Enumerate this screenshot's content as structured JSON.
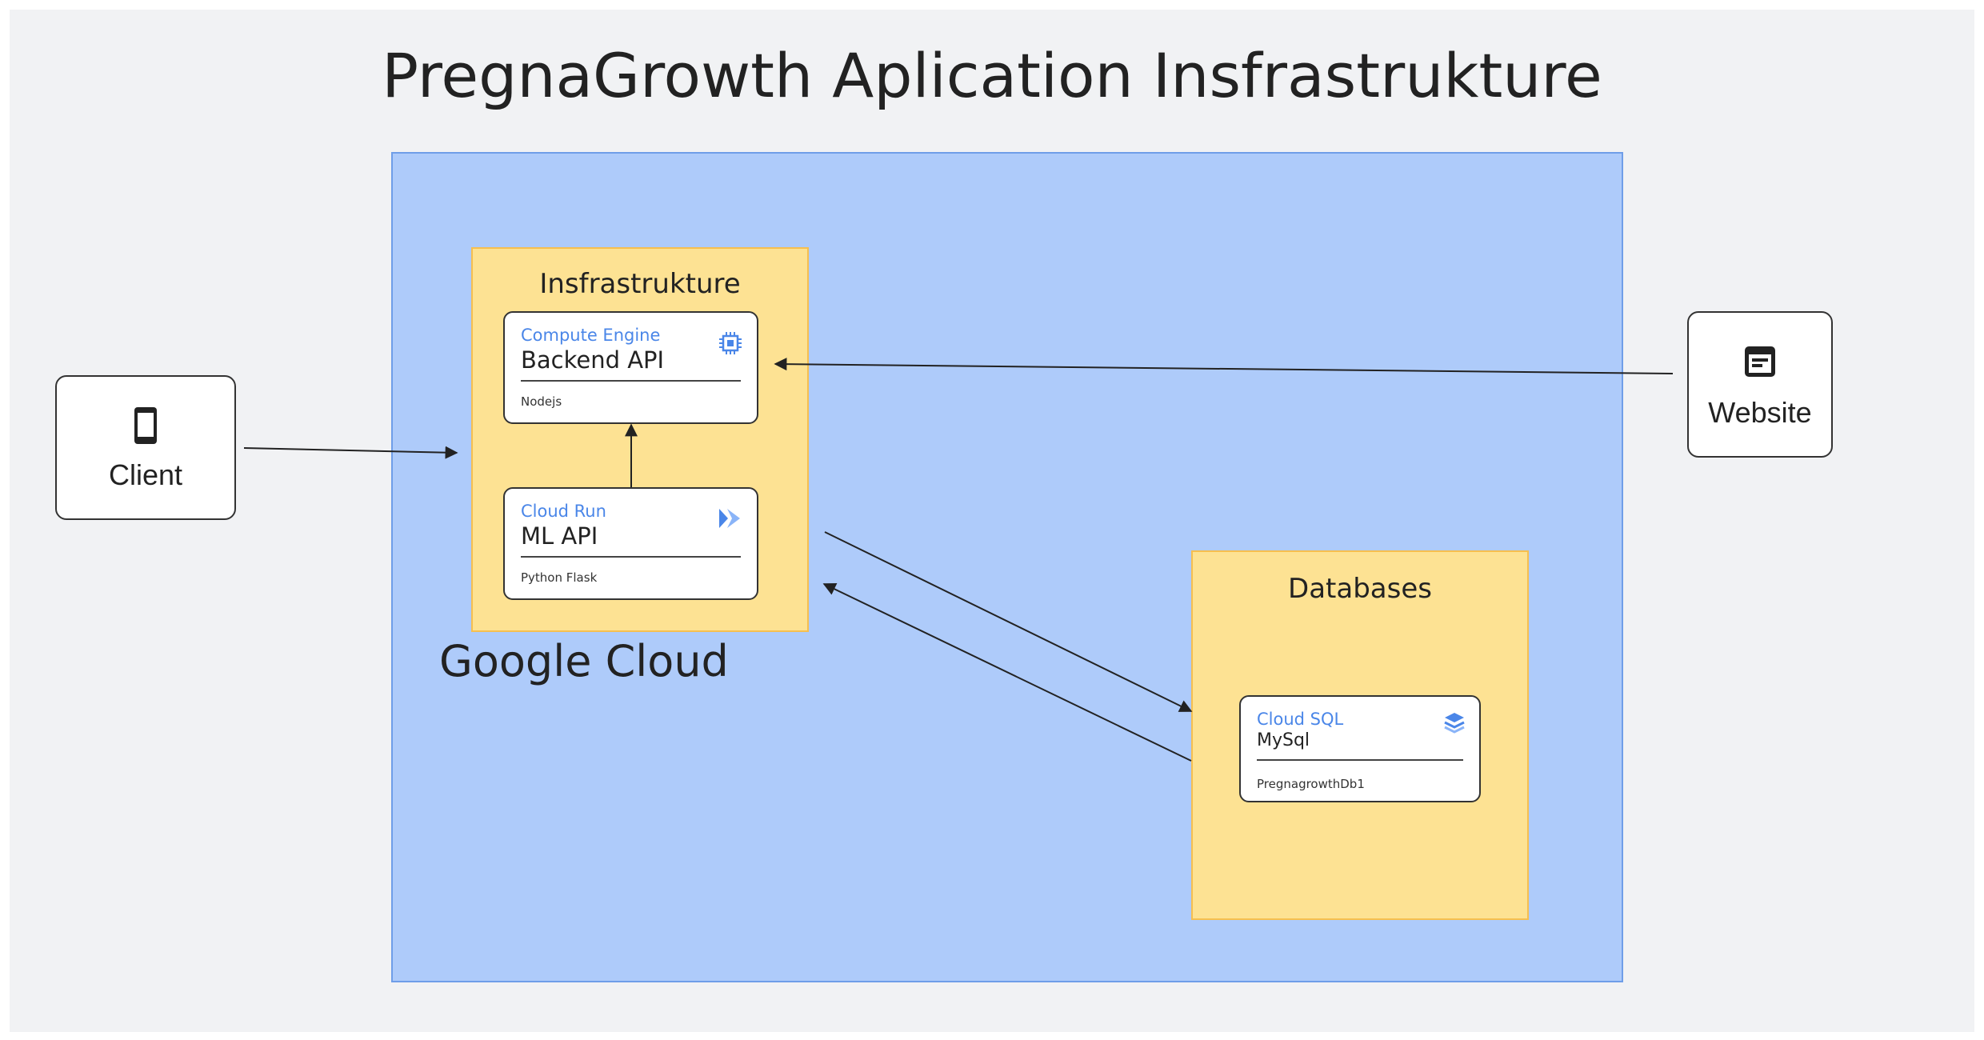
{
  "title": "PregnaGrowth Aplication Insfrastrukture",
  "google_cloud": {
    "label": "Google Cloud"
  },
  "infrastructure": {
    "title": "Insfrastrukture",
    "compute_card": {
      "service": "Compute Engine",
      "name": "Backend API",
      "tech": "Nodejs",
      "icon": "compute-engine-icon"
    },
    "run_card": {
      "service": "Cloud Run",
      "name": "ML API",
      "tech": "Python Flask",
      "icon": "cloud-run-icon"
    }
  },
  "databases": {
    "title": "Databases",
    "sql_card": {
      "service": "Cloud SQL",
      "name": "MySql",
      "tech": "PregnagrowthDb1",
      "icon": "cloud-sql-icon"
    }
  },
  "client": {
    "label": "Client",
    "icon": "mobile-phone-icon"
  },
  "website": {
    "label": "Website",
    "icon": "web-page-icon"
  },
  "colors": {
    "google_cloud_fill": "#aecbfa",
    "group_fill": "#fde293",
    "service_blue": "#4a86e8"
  }
}
